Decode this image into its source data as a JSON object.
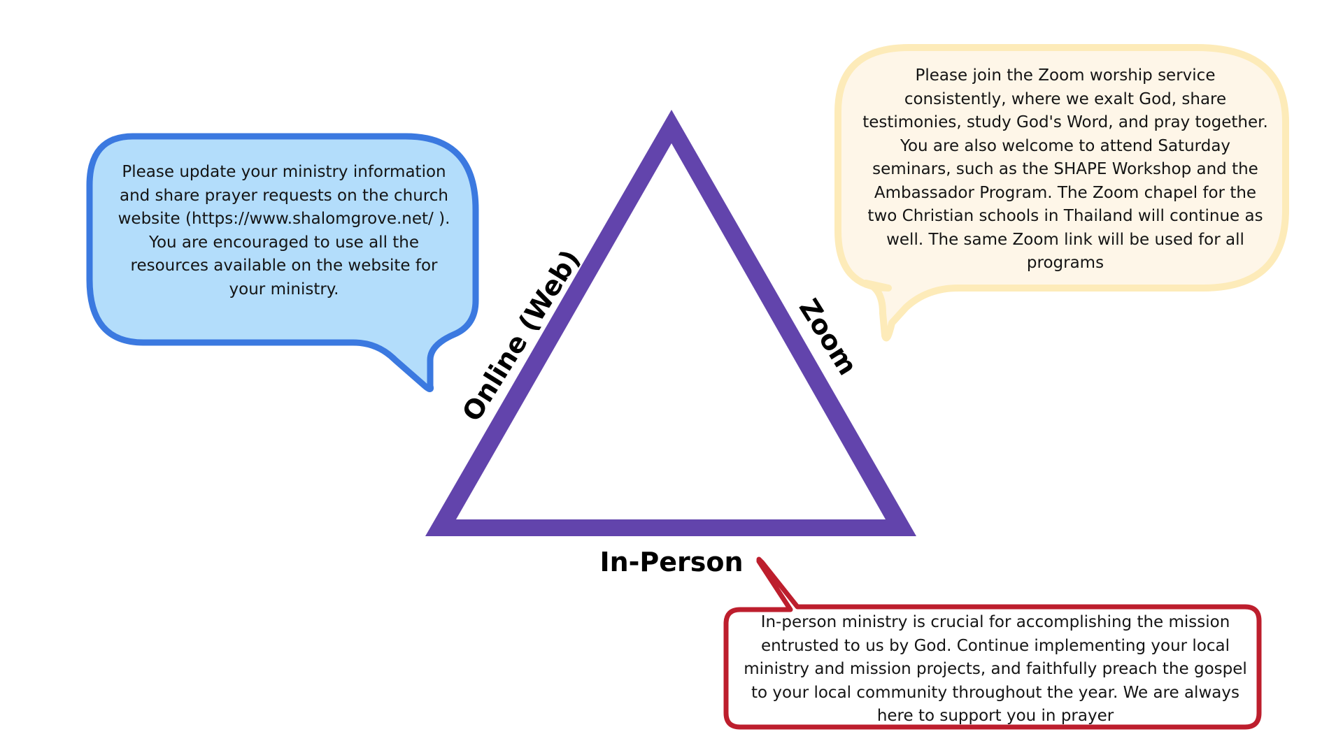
{
  "diagram": {
    "triangle": {
      "color": "#6244AC"
    },
    "labels": {
      "web": "Online (Web)",
      "zoom": "Zoom",
      "in_person": "In-Person"
    },
    "bubbles": {
      "web": {
        "text": "Please update your ministry information and share prayer requests on the church website (https://www.shalomgrove.net/ ). You are encouraged to use all the resources available on the website for your ministry.",
        "border_color": "#3B79E0",
        "fill_color": "#B3DDFB"
      },
      "zoom": {
        "text": "Please join the Zoom worship service consistently, where we exalt God, share testimonies, study God's Word, and pray together. You are also welcome to attend Saturday seminars, such as the SHAPE Workshop and the Ambassador Program. The Zoom chapel for the two Christian schools in Thailand will continue as well. The same Zoom link will be used for all programs",
        "border_color": "#FDEBB9",
        "fill_color": "#FEF6E8"
      },
      "in_person": {
        "text": "In-person ministry is crucial for accomplishing the mission entrusted to us by God. Continue implementing your local ministry and mission projects, and faithfully preach the gospel to your local community throughout the year. We are always here to support you in prayer",
        "border_color": "#BD1E2D",
        "fill_color": "#FFFFFF"
      }
    }
  }
}
